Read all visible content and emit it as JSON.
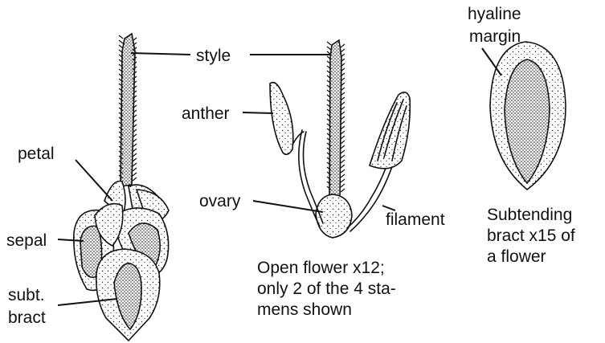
{
  "labels": {
    "style": "style",
    "anther": "anther",
    "petal": "petal",
    "ovary": "ovary",
    "filament": "filament",
    "sepal": "sepal",
    "subt_bract_1": "subt.",
    "subt_bract_2": "bract",
    "hyaline_1": "hyaline",
    "hyaline_2": "margin"
  },
  "captions": {
    "open_flower": [
      "Open flower x12;",
      "only 2 of the 4 sta-",
      "mens shown"
    ],
    "subtending_bract": [
      "Subtending",
      "bract x15 of",
      "a flower"
    ]
  }
}
